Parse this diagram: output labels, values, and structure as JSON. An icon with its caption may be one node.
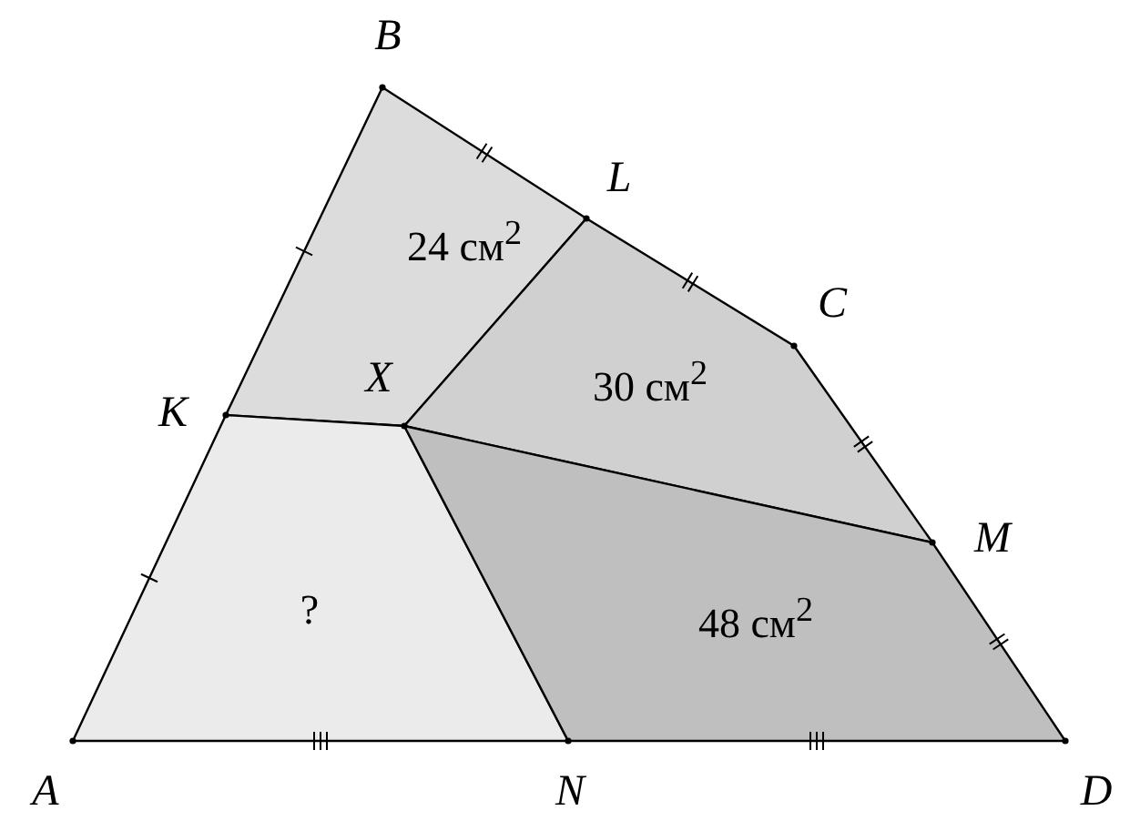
{
  "diagram": {
    "nodes": [
      {
        "text": [
          "24 см$^{2}$"
        ]
      },
      {
        "text": [
          "30 см$^{2}$"
        ]
      },
      {
        "text": [
          "?"
        ]
      },
      {
        "text": [
          "48 см$^{2}$"
        ]
      }
    ],
    "labels": [
      "B",
      "L",
      "C",
      "K",
      "X",
      "M",
      "A",
      "N",
      "D"
    ]
  }
}
